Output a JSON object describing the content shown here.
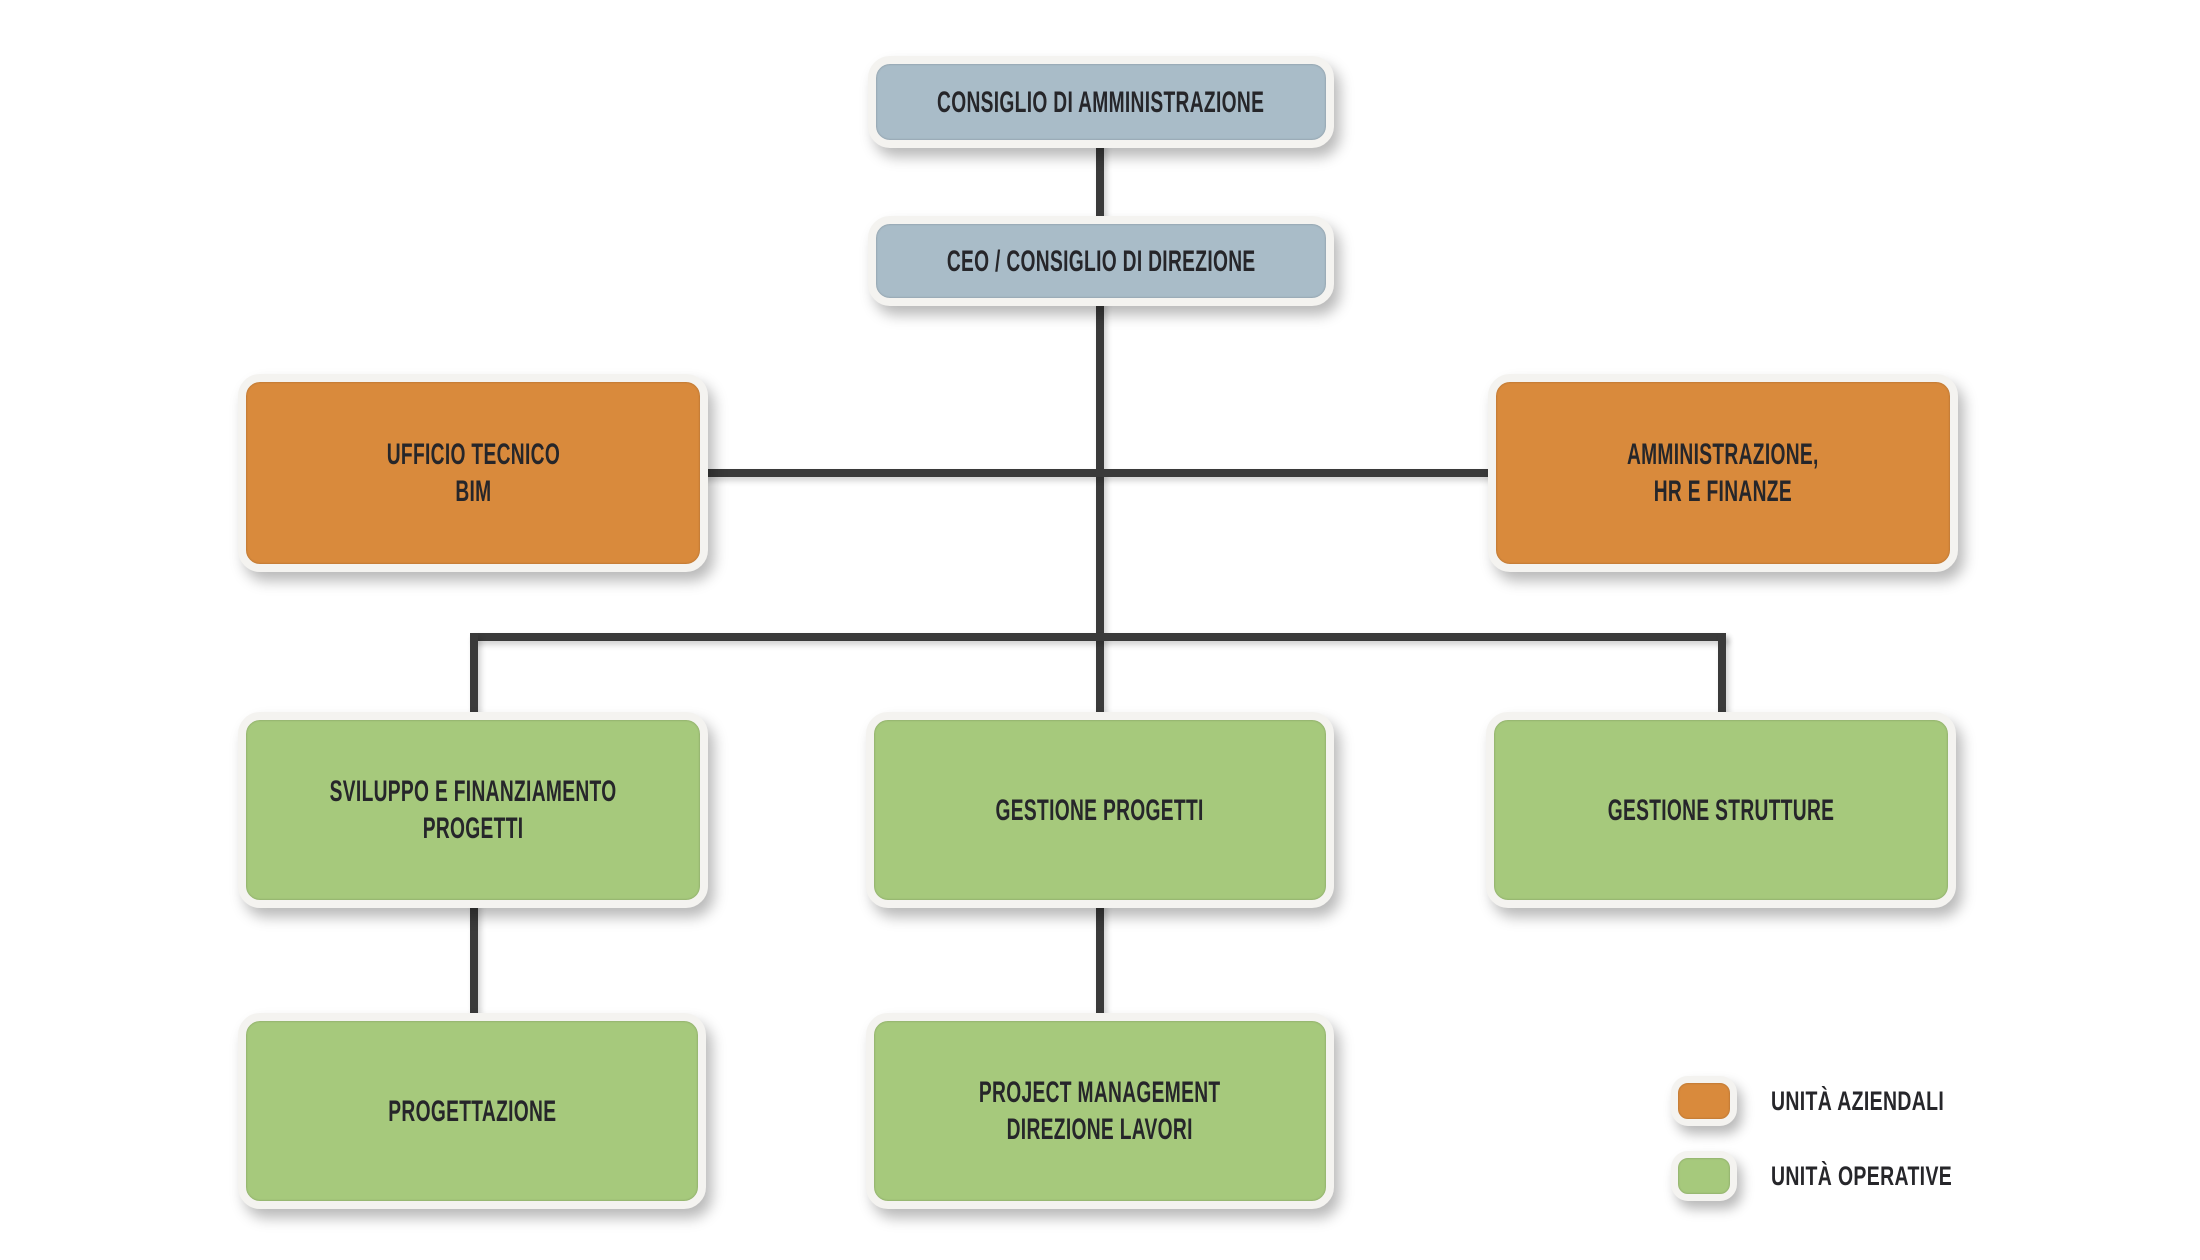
{
  "colors": {
    "background": "#ffffff",
    "board-fill": "#a9bcc8",
    "business-unit-fill": "#d98a3c",
    "operative-unit-fill": "#a6c97c",
    "box-border": "#f4f3f0",
    "connector": "#3a3a3a",
    "text": "#26262a"
  },
  "nodes": [
    {
      "id": "consiglio-di-amministrazione",
      "type": "board",
      "lines": [
        "CONSIGLIO DI AMMINISTRAZIONE"
      ]
    },
    {
      "id": "ceo-consiglio-di-direzione",
      "type": "board",
      "lines": [
        "CEO / CONSIGLIO DI DIREZIONE"
      ]
    },
    {
      "id": "ufficio-tecnico-bim",
      "type": "business",
      "lines": [
        "UFFICIO TECNICO",
        "BIM"
      ]
    },
    {
      "id": "amministrazione-hr-finanze",
      "type": "business",
      "lines": [
        "AMMINISTRAZIONE,",
        "HR E FINANZE"
      ]
    },
    {
      "id": "sviluppo-finanziamento-progetti",
      "type": "operative",
      "lines": [
        "SVILUPPO E FINANZIAMENTO",
        "PROGETTI"
      ]
    },
    {
      "id": "gestione-progetti",
      "type": "operative",
      "lines": [
        "GESTIONE PROGETTI"
      ]
    },
    {
      "id": "gestione-strutture",
      "type": "operative",
      "lines": [
        "GESTIONE STRUTTURE"
      ]
    },
    {
      "id": "progettazione",
      "type": "operative",
      "lines": [
        "PROGETTAZIONE"
      ]
    },
    {
      "id": "project-management-direzione-lavori",
      "type": "operative",
      "lines": [
        "PROJECT MANAGEMENT",
        "DIREZIONE LAVORI"
      ]
    }
  ],
  "legend": {
    "items": [
      {
        "label": "UNITÀ AZIENDALI",
        "type": "business"
      },
      {
        "label": "UNITÀ OPERATIVE",
        "type": "operative"
      }
    ]
  }
}
